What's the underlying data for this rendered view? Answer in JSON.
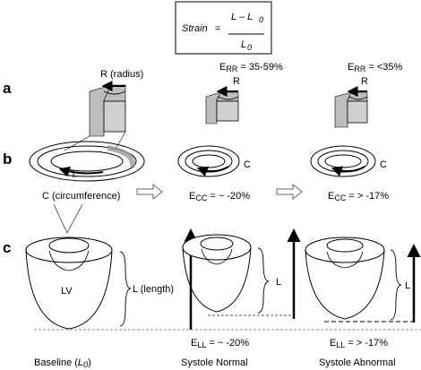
{
  "formula": {
    "lhs": "Strain",
    "equals": "=",
    "numerator": "L – L",
    "numerator_sub": "0",
    "denominator": "L",
    "denominator_sub": "0"
  },
  "row_labels": {
    "a": "a",
    "b": "b",
    "c": "c"
  },
  "radial": {
    "label_radius": "R (radius)",
    "label_r_normal": "R",
    "label_r_abnormal": "R",
    "normal": {
      "sym": "E",
      "sub": "RR",
      "value": " = 35-59%"
    },
    "abnormal": {
      "sym": "E",
      "sub": "RR",
      "value": " = <35%"
    }
  },
  "circumferential": {
    "label_circ": "C (circumference)",
    "label_c_normal": "C",
    "label_c_abnormal": "C",
    "normal": {
      "sym": "E",
      "sub": "CC",
      "value": " = ~ -20%"
    },
    "abnormal": {
      "sym": "E",
      "sub": "CC",
      "value": " = > -17%"
    }
  },
  "longitudinal": {
    "label_lv": "LV",
    "label_length": "L (length)",
    "label_l_normal": "L",
    "label_l_abnormal": "L",
    "normal": {
      "sym": "E",
      "sub": "LL",
      "value": " = ~ -20%"
    },
    "abnormal": {
      "sym": "E",
      "sub": "LL",
      "value": " = > -17%"
    }
  },
  "footer": {
    "baseline_prefix": "Baseline (",
    "baseline_var": "L",
    "baseline_sub": "0",
    "baseline_suffix": ")",
    "normal": "Systole Normal",
    "abnormal": "Systole Abnormal"
  }
}
